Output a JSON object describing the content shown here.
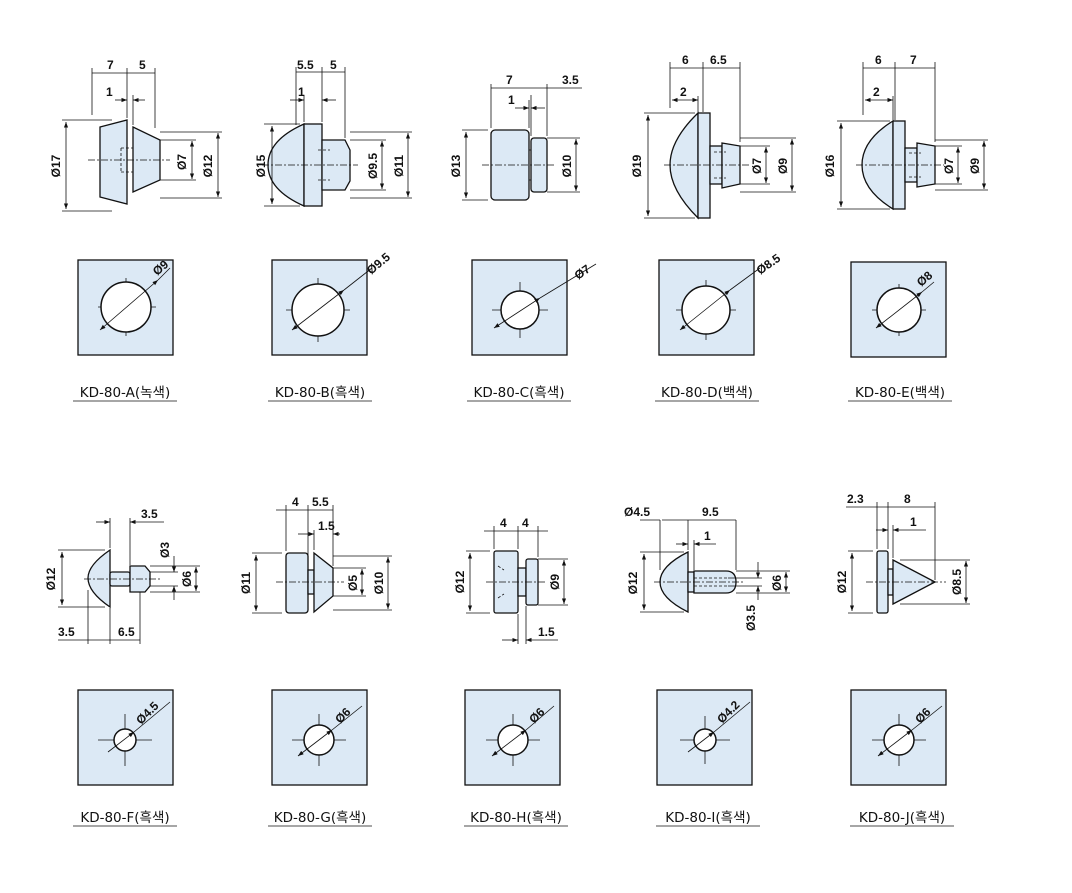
{
  "parts": [
    {
      "id": "A",
      "caption": "KD-80-A(녹색)",
      "hole_dim": "Ø9",
      "dims": {
        "w1": "7",
        "w2": "5",
        "w3": "1",
        "d_outer": "Ø17",
        "d1": "Ø7",
        "d2": "Ø12"
      }
    },
    {
      "id": "B",
      "caption": "KD-80-B(흑색)",
      "hole_dim": "Ø9.5",
      "dims": {
        "w1": "5.5",
        "w2": "5",
        "w3": "1",
        "d_outer": "Ø15",
        "d1": "Ø9.5",
        "d2": "Ø11"
      }
    },
    {
      "id": "C",
      "caption": "KD-80-C(흑색)",
      "hole_dim": "Ø7",
      "dims": {
        "w1": "7",
        "w2": "3.5",
        "w3": "1",
        "d_outer": "Ø13",
        "d1": "Ø10"
      }
    },
    {
      "id": "D",
      "caption": "KD-80-D(백색)",
      "hole_dim": "Ø8.5",
      "dims": {
        "w1": "6",
        "w2": "6.5",
        "w3": "2",
        "d_outer": "Ø19",
        "d1": "Ø7",
        "d2": "Ø9"
      }
    },
    {
      "id": "E",
      "caption": "KD-80-E(백색)",
      "hole_dim": "Ø8",
      "dims": {
        "w1": "6",
        "w2": "7",
        "w3": "2",
        "d_outer": "Ø16",
        "d1": "Ø7",
        "d2": "Ø9"
      }
    },
    {
      "id": "F",
      "caption": "KD-80-F(흑색)",
      "hole_dim": "Ø4.5",
      "dims": {
        "w1": "3.5",
        "d_outer": "Ø12",
        "d1": "Ø3",
        "d2": "Ø6",
        "b1": "3.5",
        "b2": "6.5"
      }
    },
    {
      "id": "G",
      "caption": "KD-80-G(흑색)",
      "hole_dim": "Ø6",
      "dims": {
        "w1": "4",
        "w2": "5.5",
        "w3": "1.5",
        "d_outer": "Ø11",
        "d1": "Ø5",
        "d2": "Ø10"
      }
    },
    {
      "id": "H",
      "caption": "KD-80-H(흑색)",
      "hole_dim": "Ø6",
      "dims": {
        "w1": "4",
        "w2": "4",
        "d_outer": "Ø12",
        "d1": "Ø9",
        "b1": "1.5"
      }
    },
    {
      "id": "I",
      "caption": "KD-80-I(흑색)",
      "hole_dim": "Ø4.2",
      "dims": {
        "t1": "Ø4.5",
        "w1": "9.5",
        "w2": "1",
        "d_outer": "Ø12",
        "d1": "Ø6",
        "b1": "Ø3.5"
      }
    },
    {
      "id": "J",
      "caption": "KD-80-J(흑색)",
      "hole_dim": "Ø6",
      "dims": {
        "w1": "2.3",
        "w2": "8",
        "w3": "1",
        "d_outer": "Ø12",
        "d1": "Ø8.5"
      }
    }
  ]
}
